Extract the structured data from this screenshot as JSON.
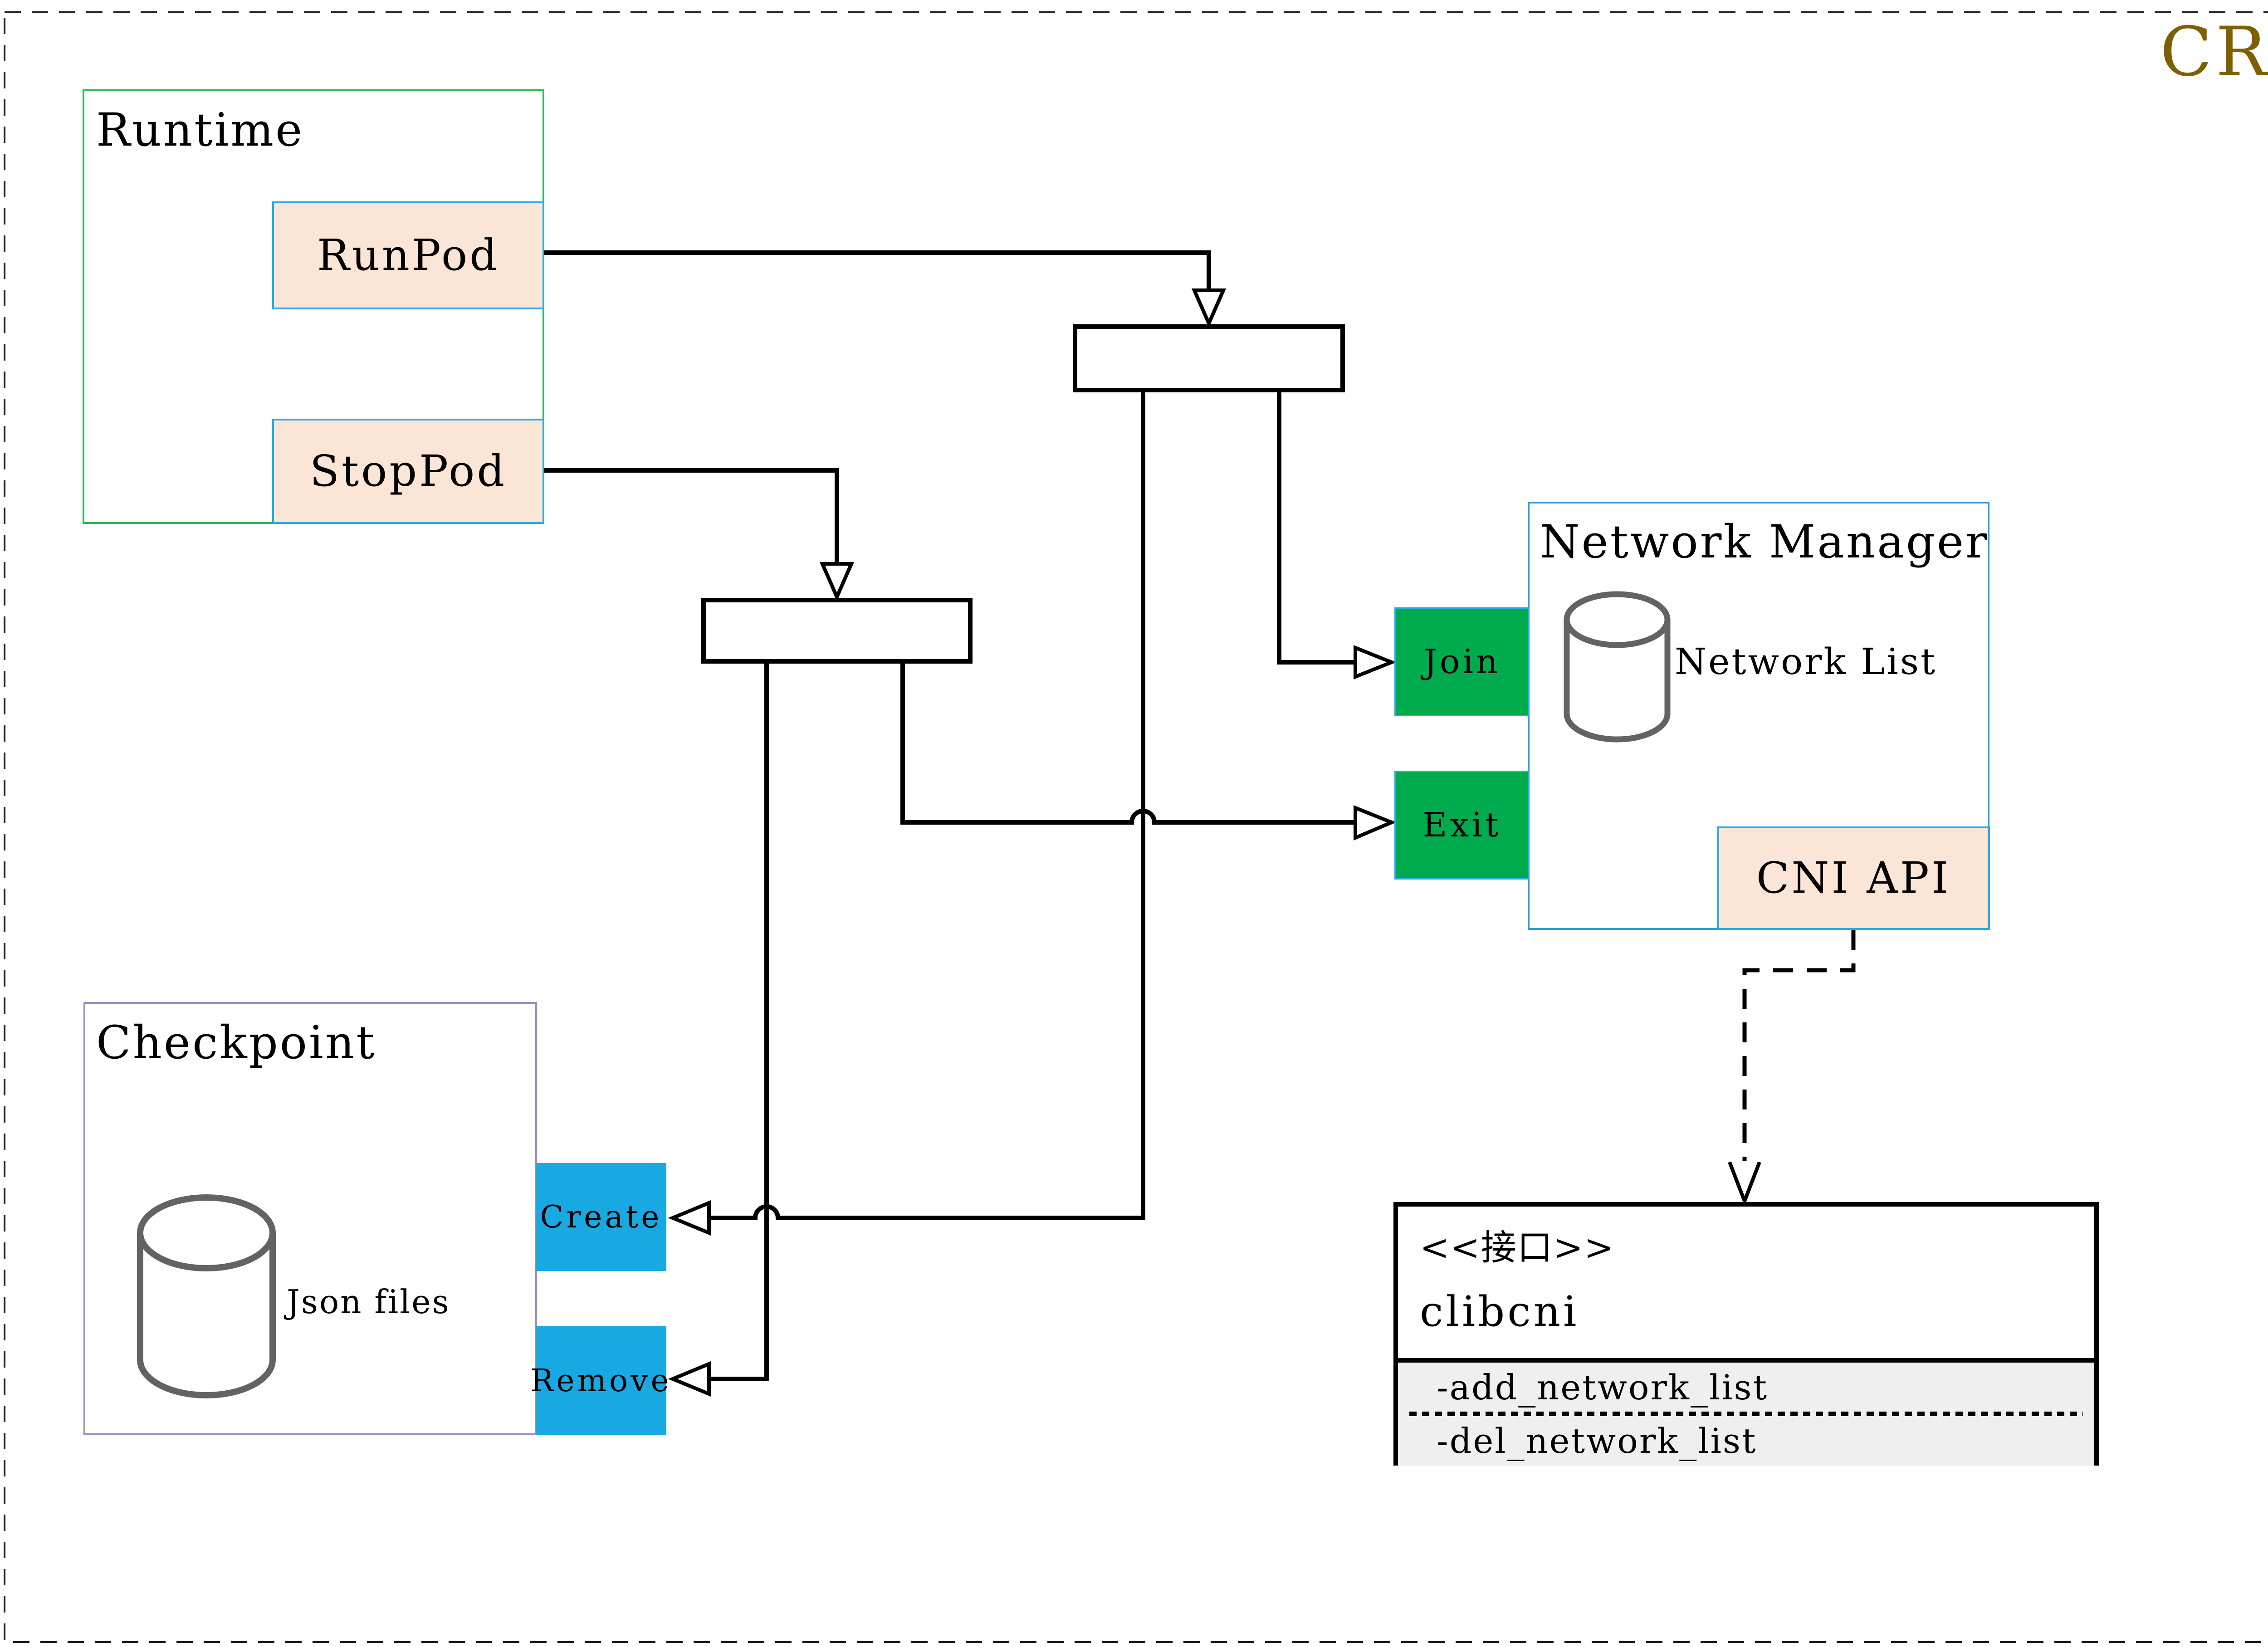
{
  "title": "CRI",
  "runtime": {
    "label": "Runtime",
    "buttons": [
      {
        "label": "RunPod"
      },
      {
        "label": "StopPod"
      }
    ]
  },
  "network_manager": {
    "label": "Network Manager",
    "datastore_label": "Network List",
    "join_label": "Join",
    "exit_label": "Exit",
    "api_label": "CNI API"
  },
  "checkpoint": {
    "label": "Checkpoint",
    "datastore_label": "Json files",
    "create_label": "Create",
    "remove_label": "Remove"
  },
  "interface_class": {
    "stereotype": "<<接口>>",
    "name": "clibcni",
    "methods": [
      "-add_network_list",
      "-del_network_list"
    ]
  },
  "colors": {
    "title_gold": "#7F6000",
    "runtime_border_green": "#2FB45A",
    "peach_fill": "#FBE5D6",
    "cyan_border": "#29ABE2",
    "port_green_fill": "#00AB4E",
    "port_blue_fill": "#18A9E3",
    "network_manager_border_blue": "#2E9BD6",
    "checkpoint_border_purple": "#9E8BBE",
    "interface_attrs_bg": "#EFEFEF",
    "cylinder_stroke_gray": "#636363",
    "connector_black": "#000000"
  }
}
